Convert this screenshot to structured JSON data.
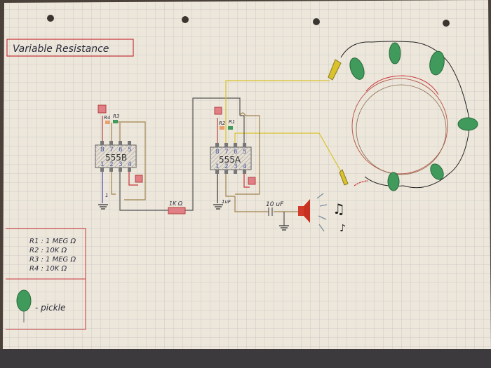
{
  "title": "Variable Resistance",
  "chip_b": {
    "label": "555B",
    "top_pins": [
      "8",
      "7",
      "6",
      "5"
    ],
    "bottom_pins": [
      "1",
      "2",
      "3",
      "4"
    ],
    "resistors": [
      "R4",
      "R3"
    ]
  },
  "chip_a": {
    "label": "555A",
    "top_pins": [
      "8",
      "7",
      "6",
      "5"
    ],
    "bottom_pins": [
      "1",
      "2",
      "3",
      "4"
    ],
    "resistors": [
      "R2",
      "R1"
    ]
  },
  "components": {
    "resistor_1k": "1K Ω",
    "cap_1uf": "1uF",
    "cap_10uf": "10 uF",
    "cap_small": "1"
  },
  "legend": {
    "resistors": [
      "R1 : 1 MEG Ω",
      "R2 : 10K Ω",
      "R3 : 1 MEG Ω",
      "R4 : 10K Ω"
    ],
    "pickle_label": "- pickle"
  },
  "colors": {
    "paper": "#ede7db",
    "grid": "#c6c3c2",
    "red": "#c8343a",
    "pickle": "#3f9a5c",
    "wire_yellow": "#d9c22a",
    "wire_brown": "#a0834e"
  }
}
